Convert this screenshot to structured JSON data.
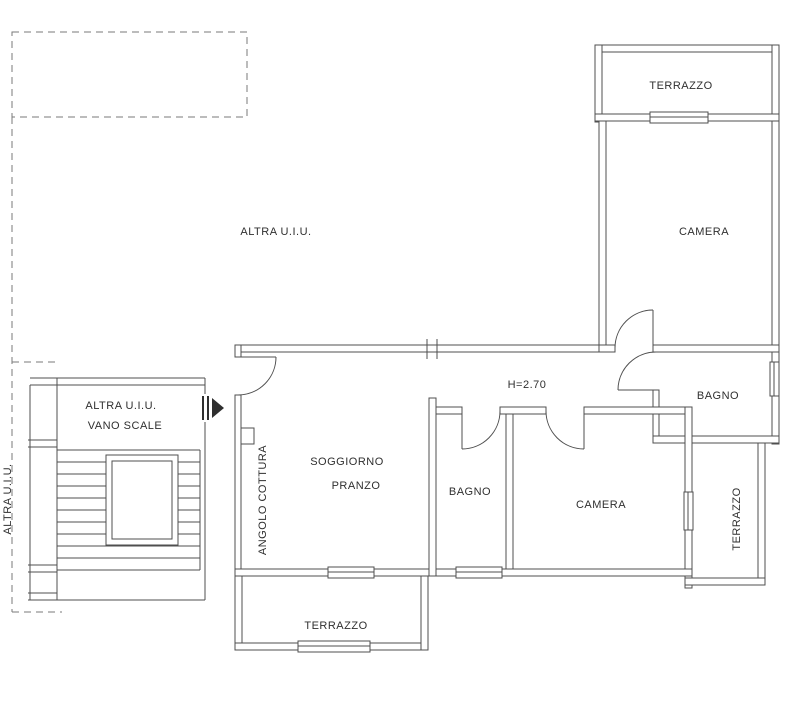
{
  "colors": {
    "ink": "#4f4f4f",
    "dashed": "#7a7a7a",
    "background": "#ffffff"
  },
  "rooms": {
    "terrazzo_top": "TERRAZZO",
    "camera_top": "CAMERA",
    "altra_uiu_main": "ALTRA U.I.U.",
    "bagno_right": "BAGNO",
    "altra_uiu_left": "ALTRA U.I.U.",
    "vano_scale": "VANO SCALE",
    "soggiorno_line1": "SOGGIORNO",
    "soggiorno_line2": "PRANZO",
    "angolo_cottura": "ANGOLO COTTURA",
    "bagno_center": "BAGNO",
    "camera_bottom": "CAMERA",
    "terrazzo_right": "TERRAZZO",
    "terrazzo_bottom": "TERRAZZO",
    "altra_uiu_edge": "ALTRA U.I.U."
  },
  "annotations": {
    "ceiling_height": "H=2.70"
  }
}
